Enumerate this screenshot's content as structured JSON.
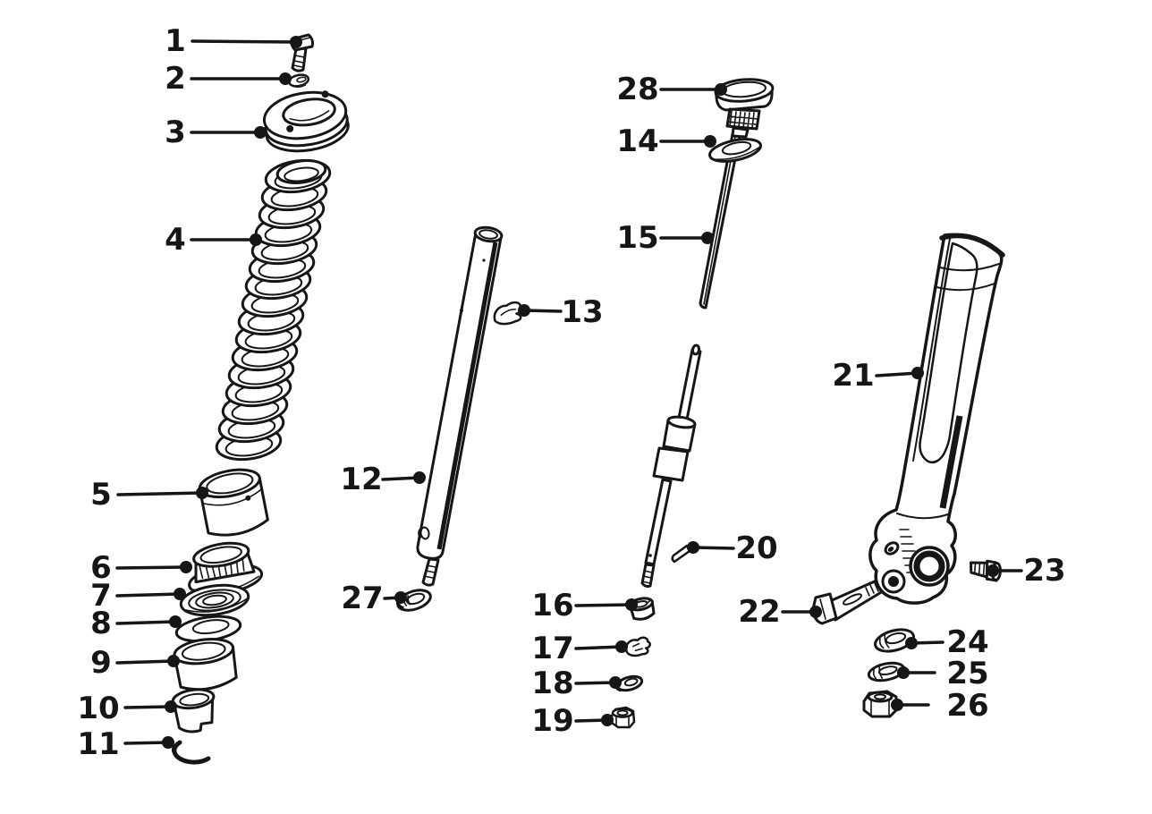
{
  "diagram": {
    "kind": "exploded-parts-diagram",
    "background_color": "#ffffff",
    "ink_color": "#161616",
    "part_numbers": [
      "1",
      "2",
      "3",
      "4",
      "5",
      "6",
      "7",
      "8",
      "9",
      "10",
      "11",
      "12",
      "13",
      "14",
      "15",
      "16",
      "17",
      "18",
      "19",
      "20",
      "21",
      "22",
      "23",
      "24",
      "25",
      "26",
      "27",
      "28"
    ]
  }
}
